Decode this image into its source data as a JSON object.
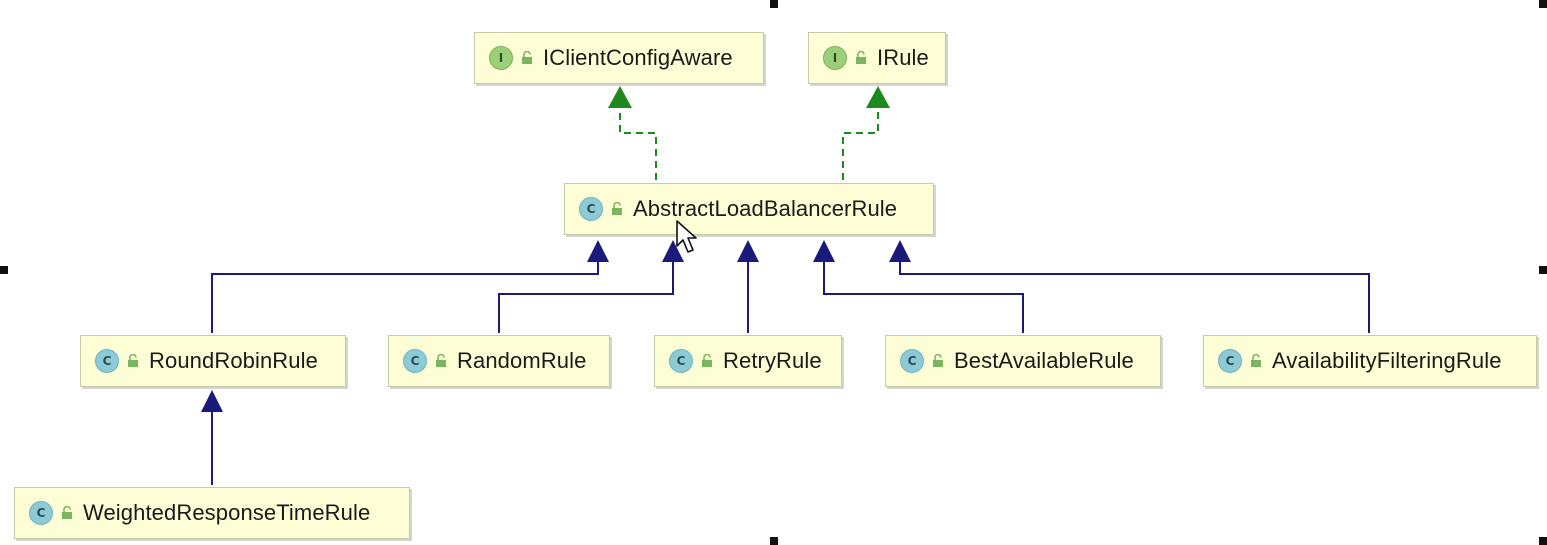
{
  "diagram": {
    "colors": {
      "node_fill": "#fefed6",
      "implements_edge": "#1e8a1e",
      "extends_edge": "#1a1a7a"
    },
    "nodes": {
      "iclientconfigaware": {
        "kind": "I",
        "label": "IClientConfigAware"
      },
      "irule": {
        "kind": "I",
        "label": "IRule"
      },
      "abstractloadbalancerrule": {
        "kind": "C",
        "label": "AbstractLoadBalancerRule"
      },
      "roundrobinrule": {
        "kind": "C",
        "label": "RoundRobinRule"
      },
      "randomrule": {
        "kind": "C",
        "label": "RandomRule"
      },
      "retryrule": {
        "kind": "C",
        "label": "RetryRule"
      },
      "bestavailablerule": {
        "kind": "C",
        "label": "BestAvailableRule"
      },
      "availabilityfilteringrule": {
        "kind": "C",
        "label": "AvailabilityFilteringRule"
      },
      "weightedresponsetimerule": {
        "kind": "C",
        "label": "WeightedResponseTimeRule"
      }
    },
    "edges": [
      {
        "from": "abstractloadbalancerrule",
        "to": "iclientconfigaware",
        "type": "implements"
      },
      {
        "from": "abstractloadbalancerrule",
        "to": "irule",
        "type": "implements"
      },
      {
        "from": "roundrobinrule",
        "to": "abstractloadbalancerrule",
        "type": "extends"
      },
      {
        "from": "randomrule",
        "to": "abstractloadbalancerrule",
        "type": "extends"
      },
      {
        "from": "retryrule",
        "to": "abstractloadbalancerrule",
        "type": "extends"
      },
      {
        "from": "bestavailablerule",
        "to": "abstractloadbalancerrule",
        "type": "extends"
      },
      {
        "from": "availabilityfilteringrule",
        "to": "abstractloadbalancerrule",
        "type": "extends"
      },
      {
        "from": "weightedresponsetimerule",
        "to": "roundrobinrule",
        "type": "extends"
      }
    ]
  }
}
